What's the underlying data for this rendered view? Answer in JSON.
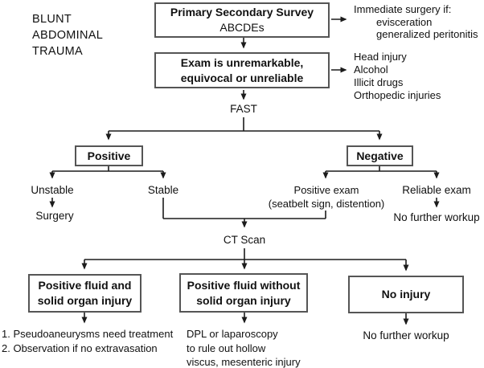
{
  "heading": {
    "lines": [
      "BLUNT",
      "ABDOMINAL",
      "TRAUMA"
    ]
  },
  "boxes": {
    "primary_survey": {
      "lines": [
        "Primary Secondary Survey",
        "ABCDEs"
      ]
    },
    "exam": {
      "lines": [
        "Exam is unremarkable,",
        "equivocal or unreliable"
      ]
    },
    "fast_positive": {
      "label": "Positive"
    },
    "fast_negative": {
      "label": "Negative"
    },
    "fluid_solid": {
      "lines": [
        "Positive fluid and",
        "solid organ injury"
      ]
    },
    "fluid_no_solid": {
      "lines": [
        "Positive fluid without",
        "solid organ injury"
      ]
    },
    "no_injury": {
      "label": "No injury"
    }
  },
  "side_notes": {
    "immediate_surgery": {
      "heading": "Immediate surgery if:",
      "items": [
        "evisceration",
        "generalized peritonitis"
      ]
    },
    "exam_confounders": {
      "items": [
        "Head injury",
        "Alcohol",
        "Illicit drugs",
        "Orthopedic injuries"
      ]
    }
  },
  "labels": {
    "fast": "FAST",
    "unstable": "Unstable",
    "stable": "Stable",
    "surgery": "Surgery",
    "positive_exam": {
      "lines": [
        "Positive exam",
        "(seatbelt sign, distention)"
      ]
    },
    "reliable_exam": "Reliable exam",
    "no_further_workup_negative": "No further workup",
    "ct_scan": "CT Scan",
    "no_further_workup_no_injury": "No further workup"
  },
  "outcome_notes": {
    "fluid_solid": {
      "lines": [
        "1. Pseudoaneurysms need treatment",
        "2. Observation if no extravasation"
      ]
    },
    "fluid_no_solid": {
      "lines": [
        "DPL or laparoscopy",
        "to rule out hollow",
        "viscus, mesenteric injury"
      ]
    }
  },
  "colors": {
    "background": "#ffffff",
    "text": "#111111",
    "line": "#1c1c1c",
    "box_border": "#555555"
  }
}
